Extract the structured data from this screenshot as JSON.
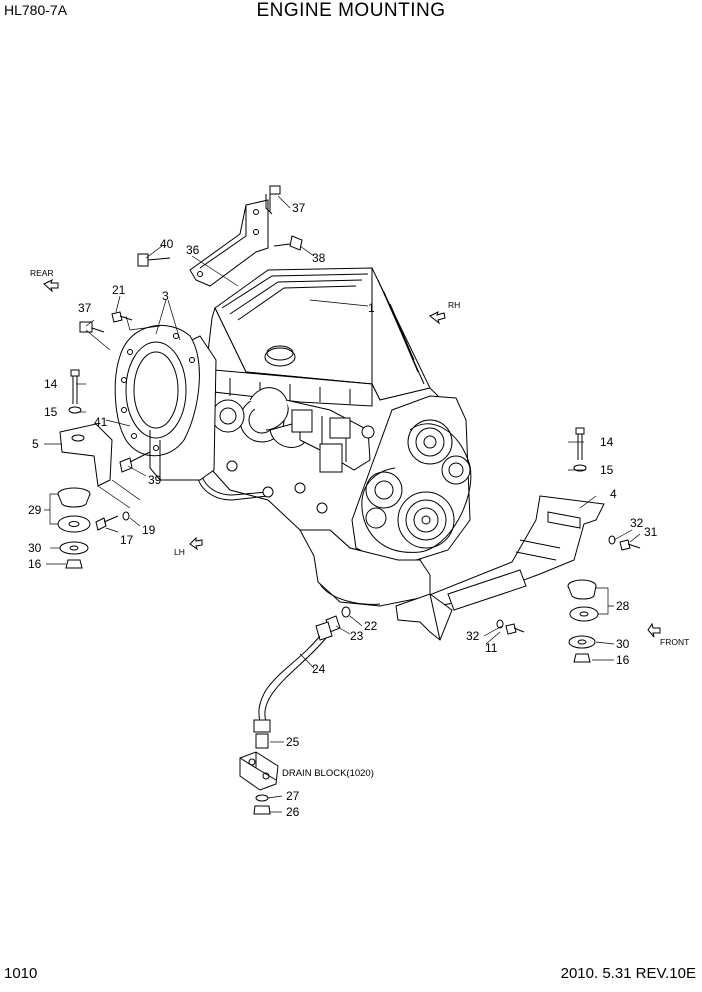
{
  "header": {
    "model": "HL780-7A",
    "title": "ENGINE MOUNTING"
  },
  "footer": {
    "page": "1010",
    "date_rev": "2010. 5.31  REV.10E"
  },
  "directions": {
    "rear": "REAR",
    "rh": "RH",
    "lh": "LH",
    "front": "FRONT"
  },
  "drain_block_label": "DRAIN BLOCK(1020)",
  "callouts": {
    "c1": "1",
    "c3": "3",
    "c4": "4",
    "c5": "5",
    "c11": "11",
    "c14a": "14",
    "c14b": "14",
    "c15a": "15",
    "c15b": "15",
    "c16a": "16",
    "c16b": "16",
    "c17": "17",
    "c19": "19",
    "c21": "21",
    "c22": "22",
    "c23": "23",
    "c24": "24",
    "c25": "25",
    "c26": "26",
    "c27": "27",
    "c28": "28",
    "c29": "29",
    "c30a": "30",
    "c30b": "30",
    "c31": "31",
    "c32a": "32",
    "c32b": "32",
    "c36": "36",
    "c37a": "37",
    "c37b": "37",
    "c38": "38",
    "c39": "39",
    "c40": "40",
    "c41": "41"
  }
}
